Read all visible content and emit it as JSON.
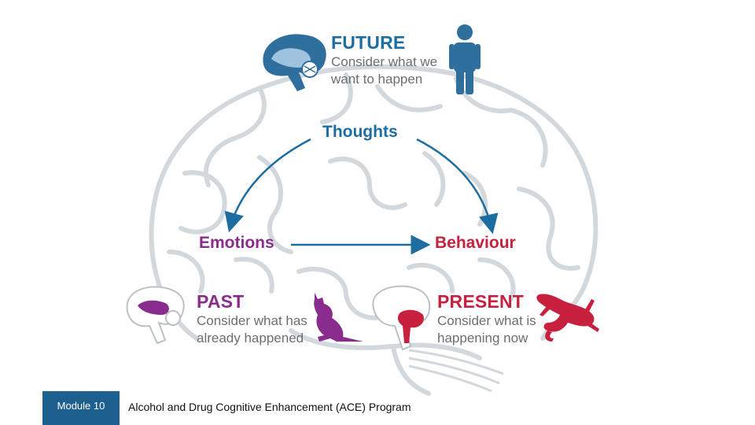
{
  "colors": {
    "blue": "#1d6da0",
    "dark_blue": "#1d5f8f",
    "purple": "#8a2c8e",
    "red": "#c8203f",
    "grey_text": "#6d6e71",
    "brain_outline": "#cfd4d9"
  },
  "future": {
    "title": "FUTURE",
    "line1": "Consider what we",
    "line2": "want to happen",
    "icon": "person-icon"
  },
  "past": {
    "title": "PAST",
    "line1": "Consider what has",
    "line2": "already happened",
    "icon": "kangaroo-icon"
  },
  "present": {
    "title": "PRESENT",
    "line1": "Consider what is",
    "line2": "happening now",
    "icon": "lizard-icon"
  },
  "cycle": {
    "thoughts": "Thoughts",
    "emotions": "Emotions",
    "behaviour": "Behaviour"
  },
  "footer": {
    "module": "Module 10",
    "program": "Alcohol and Drug Cognitive Enhancement (ACE) Program"
  }
}
